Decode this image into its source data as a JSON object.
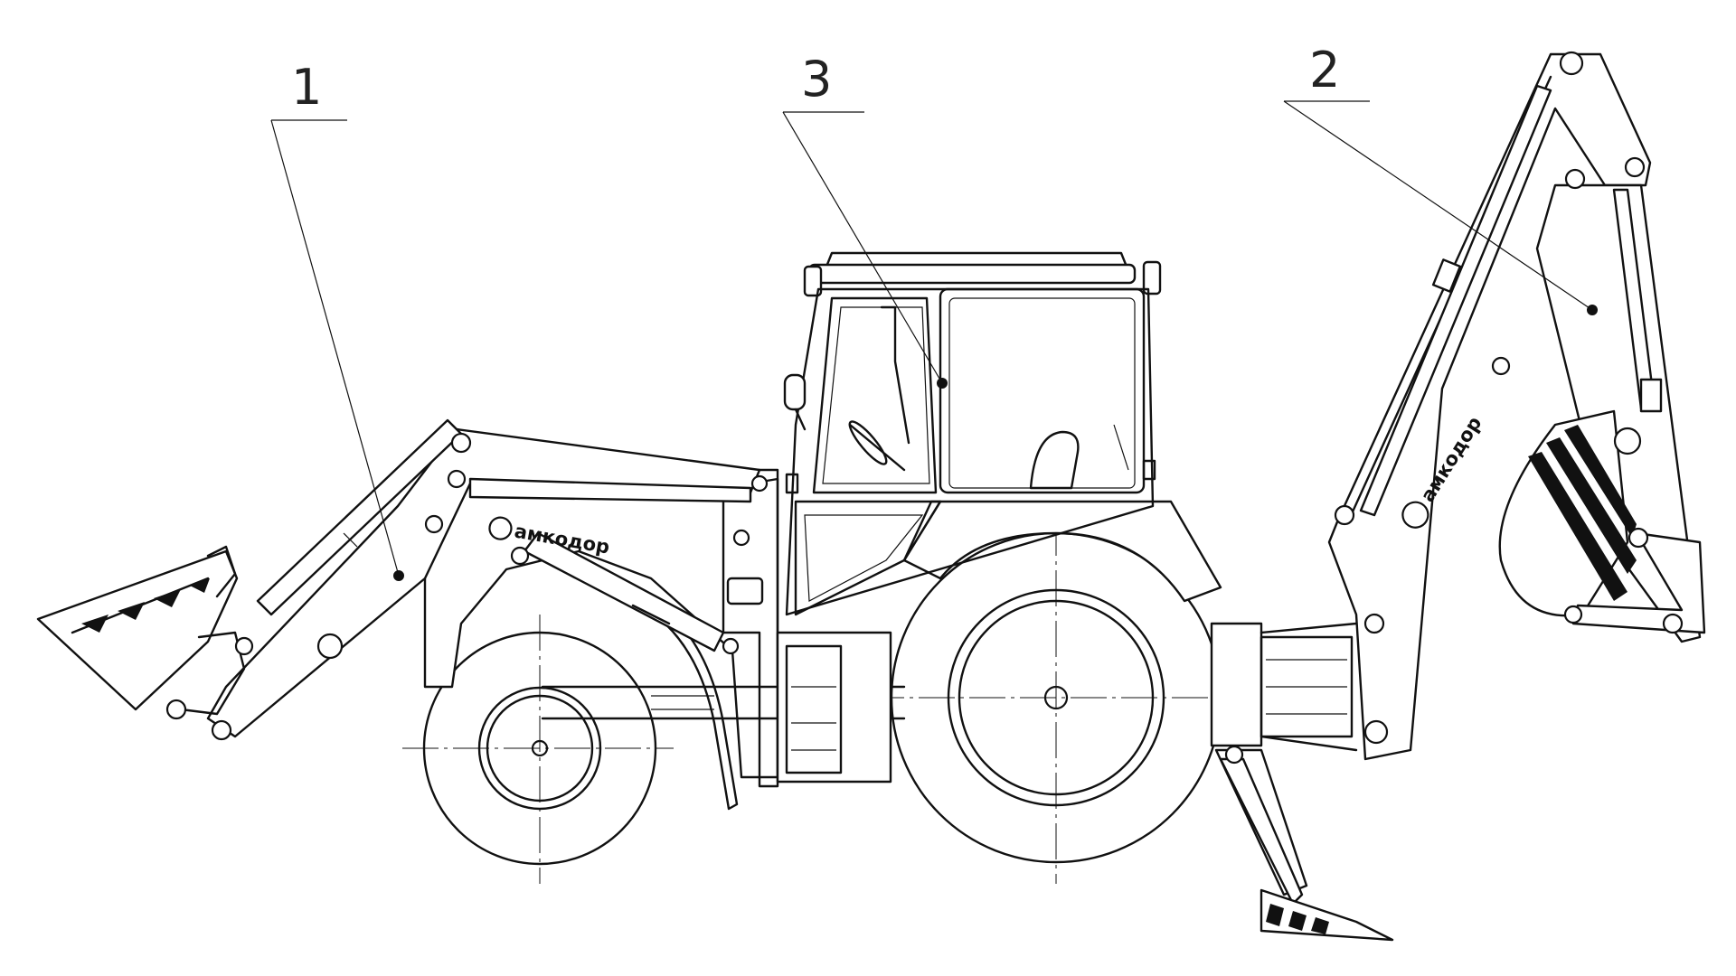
{
  "callouts": {
    "c1": "1",
    "c2": "2",
    "c3": "3"
  },
  "branding": {
    "logo_front": "амкодор",
    "logo_rear": "амкодор"
  },
  "colors": {
    "line": "#111111",
    "background": "#ffffff"
  }
}
